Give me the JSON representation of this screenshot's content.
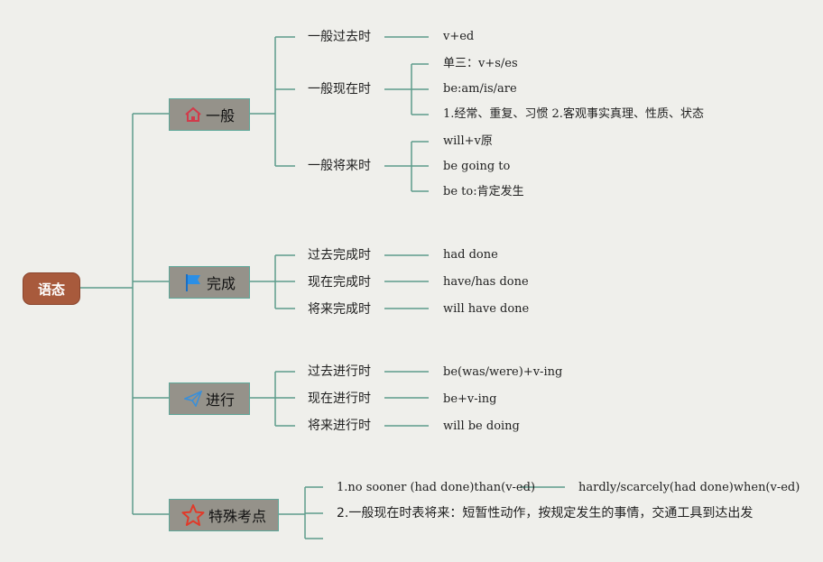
{
  "root": {
    "label": "语态"
  },
  "categories": [
    {
      "label": "一般",
      "icon": "house-icon",
      "children": [
        {
          "label": "一般过去时",
          "items": [
            "v+ed"
          ]
        },
        {
          "label": "一般现在时",
          "items": [
            "单三：v+s/es",
            "be:am/is/are",
            "1.经常、重复、习惯 2.客观事实真理、性质、状态"
          ]
        },
        {
          "label": "一般将来时",
          "items": [
            "will+v原",
            "be going to",
            "be to:肯定发生"
          ]
        }
      ]
    },
    {
      "label": "完成",
      "icon": "flag-icon",
      "children": [
        {
          "label": "过去完成时",
          "items": [
            "had done"
          ]
        },
        {
          "label": "现在完成时",
          "items": [
            "have/has done"
          ]
        },
        {
          "label": "将来完成时",
          "items": [
            "will have done"
          ]
        }
      ]
    },
    {
      "label": "进行",
      "icon": "paper-plane-icon",
      "children": [
        {
          "label": "过去进行时",
          "items": [
            "be(was/were)+v-ing"
          ]
        },
        {
          "label": "现在进行时",
          "items": [
            "be+v-ing"
          ]
        },
        {
          "label": "将来进行时",
          "items": [
            "will be doing"
          ]
        }
      ]
    },
    {
      "label": "特殊考点",
      "icon": "star-icon",
      "children": [
        {
          "label": "1.no sooner (had done)than(v-ed)",
          "items": [
            "hardly/scarcely(had done)when(v-ed)"
          ]
        },
        {
          "label": "2.一般现在时表将来：短暂性动作，按规定发生的事情，交通工具到达出发",
          "items": []
        },
        {
          "label": "",
          "items": []
        }
      ]
    }
  ],
  "colors": {
    "line": "#5d9c8b",
    "root": "#a85a3c",
    "category": "#95928a",
    "background": "#efefeb"
  }
}
